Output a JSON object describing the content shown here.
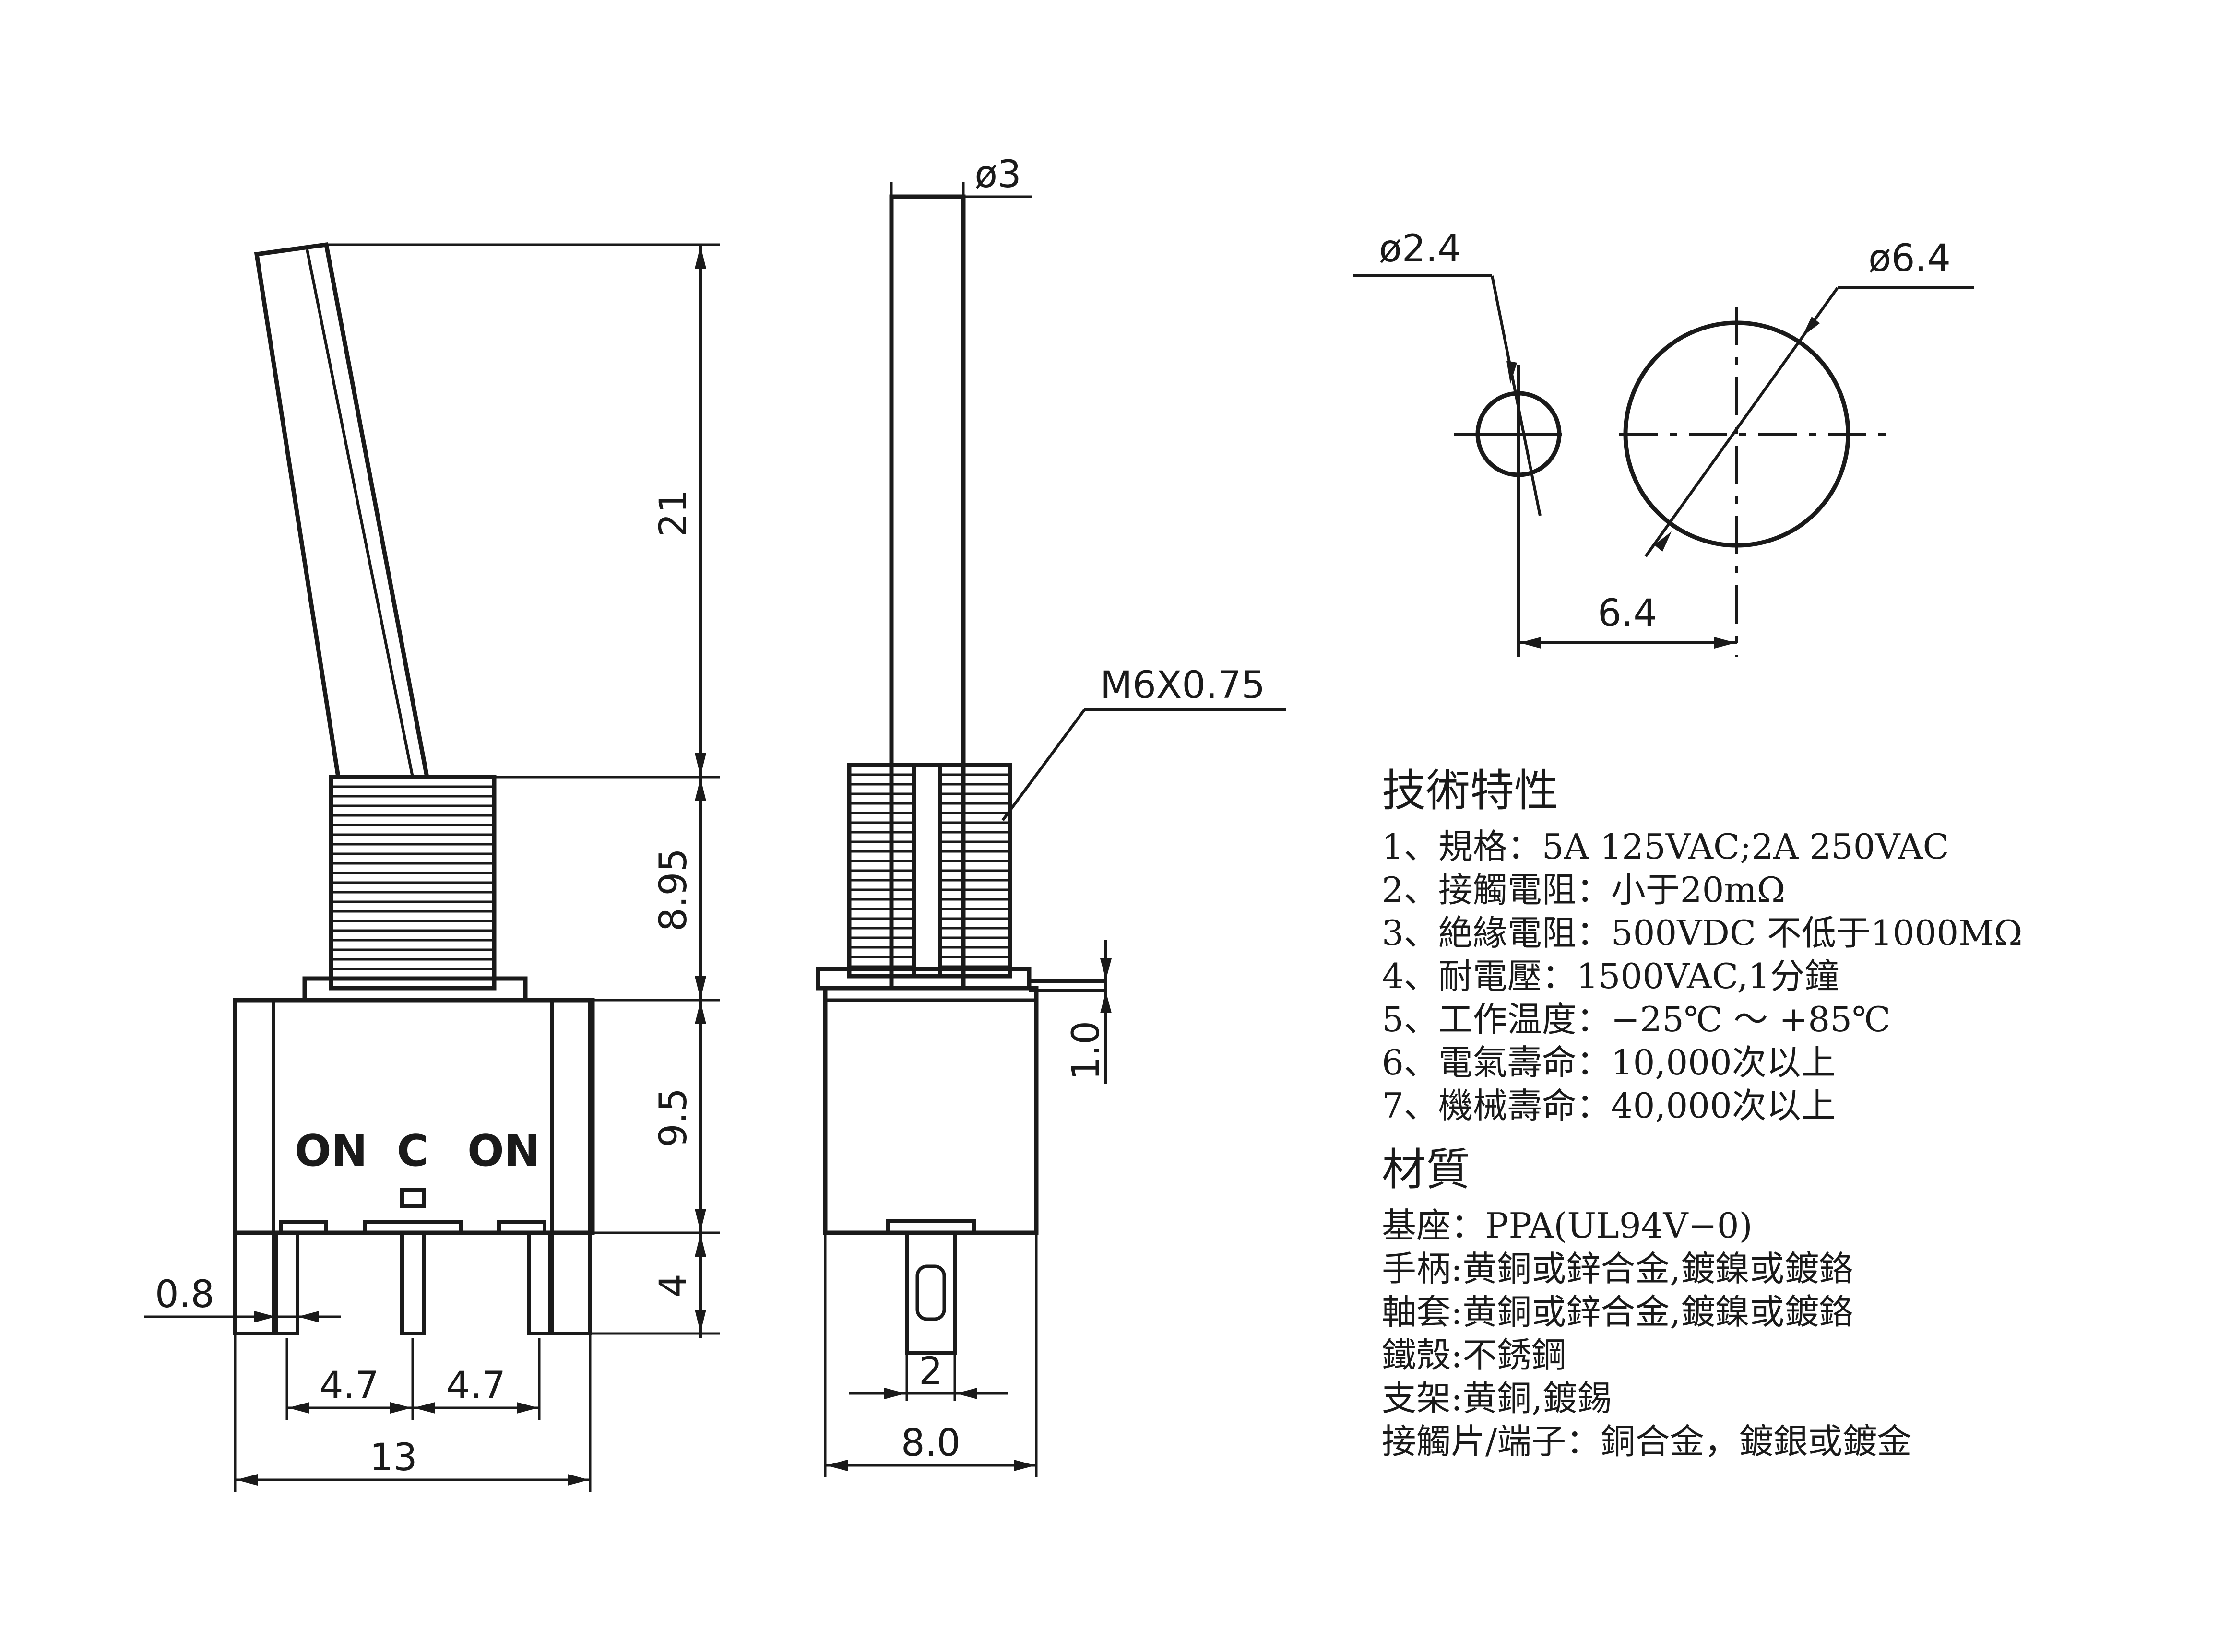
{
  "front_view": {
    "dim_handle_height": "21",
    "dim_bushing_height": "8.95",
    "dim_body_height": "9.5",
    "dim_terminal_length": "4",
    "dim_terminal_width": "0.8",
    "dim_pitch_left": "4.7",
    "dim_pitch_right": "4.7",
    "dim_body_width": "13",
    "label_on_left": "ON",
    "label_c": "C",
    "label_on_right": "ON"
  },
  "side_view": {
    "dim_handle_diameter": "ø3",
    "dim_thread": "M6X0.75",
    "dim_plate_thickness": "1.0",
    "dim_terminal_width": "2",
    "dim_body_width": "8.0"
  },
  "panel_cutout": {
    "dim_small_hole": "ø2.4",
    "dim_large_hole": "ø6.4",
    "dim_center_distance": "6.4"
  },
  "specs": {
    "title": "技術特性",
    "items": [
      "1、規格：5A 125VAC;2A 250VAC",
      "2、接觸電阻：小于20mΩ",
      "3、絶緣電阻：500VDC 不低于1000MΩ",
      "4、耐電壓：1500VAC,1分鐘",
      "5、工作温度：−25℃ ～ +85℃",
      "6、電氣壽命：10,000次以上",
      "7、機械壽命：40,000次以上"
    ]
  },
  "materials": {
    "title": "材質",
    "items": [
      "基座：PPA(UL94V−0)",
      "手柄:黄銅或鋅合金,鍍鎳或鍍鉻",
      "軸套:黄銅或鋅合金,鍍鎳或鍍鉻",
      "鐵殼:不銹鋼",
      "支架:黄銅,鍍錫",
      "接觸片/端子：銅合金，鍍銀或鍍金"
    ]
  }
}
